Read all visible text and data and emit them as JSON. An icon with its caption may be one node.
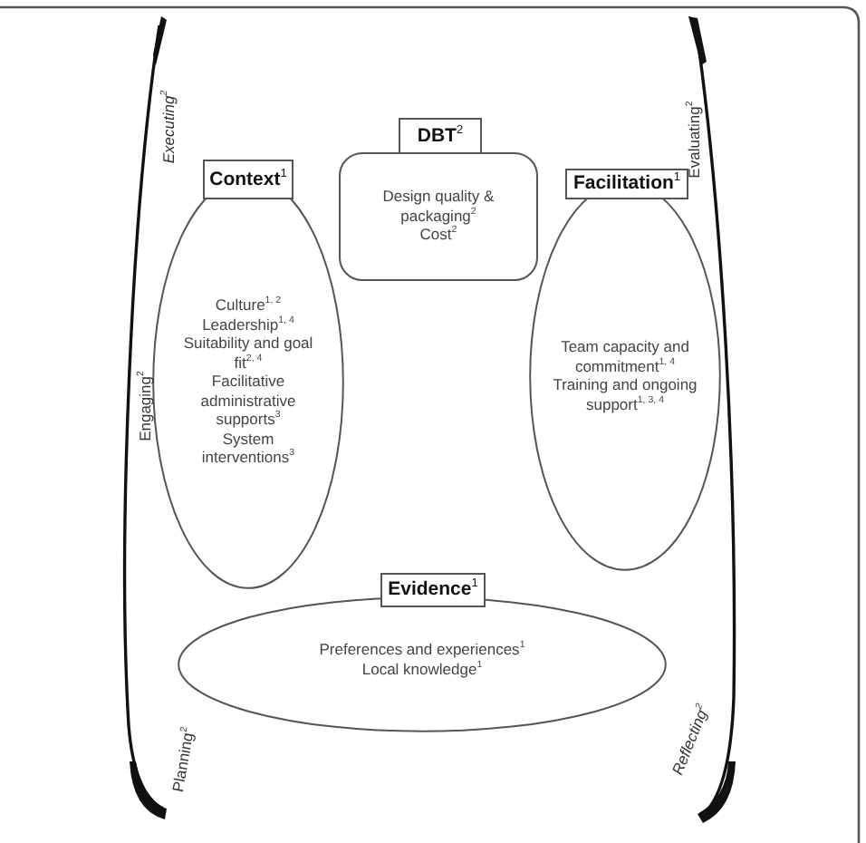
{
  "diagram": {
    "nodes": [
      {
        "text": [
          "Context$^{1}$",
          "Culture$^{1, 2}$",
          "Leadership$^{1, 4}$",
          "Suitability and goal fit$^{2, 4}$",
          "Facilitative administrative supports$^{3}$",
          "System interventions$^{3}$"
        ]
      },
      {
        "text": [
          "DBT$^{2}$",
          "Design quality & packaging$^{2}$",
          "Cost$^{2}$"
        ]
      },
      {
        "text": [
          "Facilitation$^{1}$",
          "Team capacity and commitment$^{1, 4}$",
          "Training and ongoing support$^{1, 3, 4}$"
        ]
      },
      {
        "text": [
          "Evidence$^{1}$",
          "Preferences and experiences$^{1}$",
          "Local knowledge$^{1}$"
        ]
      }
    ],
    "labels": [
      "Executing$^{2}$",
      "Evaluating$^{2}$",
      "Engaging$^{2}$",
      "Planning$^{2}$",
      "Reflecting$^{2}$"
    ]
  }
}
